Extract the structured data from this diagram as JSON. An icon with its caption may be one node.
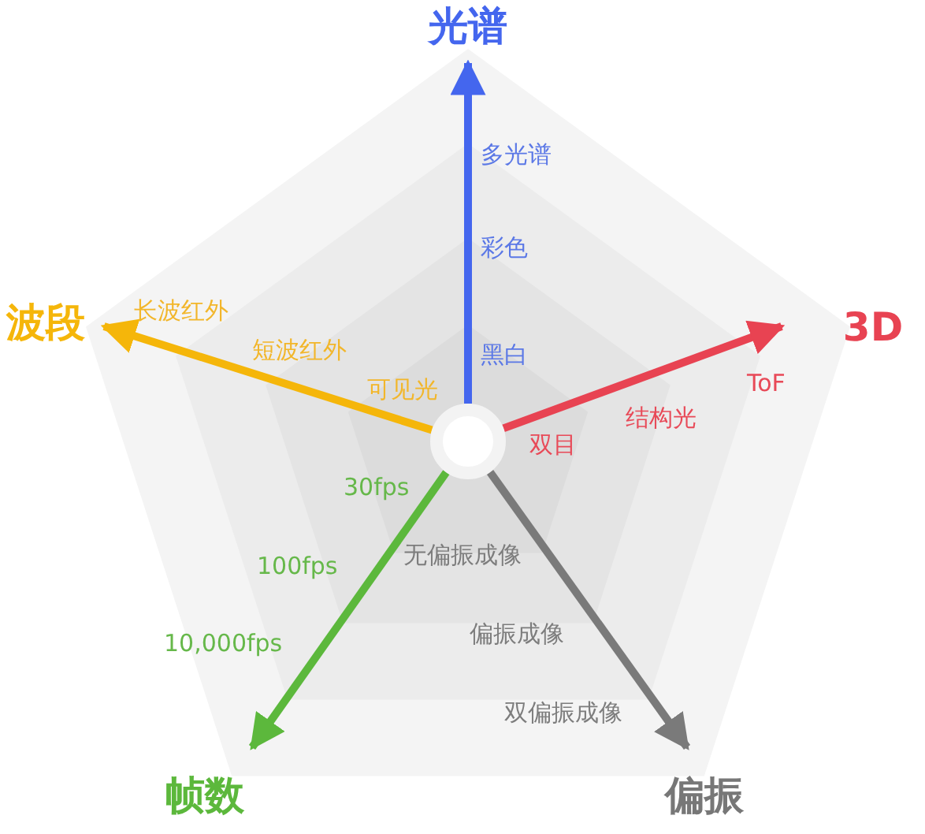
{
  "diagram": {
    "nodes": [
      {
        "text": [],
        "shape": "circle"
      },
      {
        "text": [
          "光谱"
        ]
      },
      {
        "text": [
          "3D"
        ]
      },
      {
        "text": [
          "偏振"
        ]
      },
      {
        "text": [
          "帧数"
        ]
      },
      {
        "text": [
          "波段"
        ]
      }
    ],
    "edges": [
      {
        "from": 0,
        "to": 1,
        "arrow": "to",
        "color": "#4466ee"
      },
      {
        "from": 0,
        "to": 2,
        "arrow": "to",
        "color": "#e84352"
      },
      {
        "from": 0,
        "to": 3,
        "arrow": "to",
        "color": "#7a7a7a"
      },
      {
        "from": 0,
        "to": 4,
        "arrow": "to",
        "color": "#5cb83c"
      },
      {
        "from": 0,
        "to": 5,
        "arrow": "to",
        "color": "#f5b60a"
      }
    ],
    "labels": [
      "多光谱",
      "彩色",
      "黑白",
      "长波红外",
      "短波红外",
      "可见光",
      "ToF",
      "结构光",
      "双目",
      "30fps",
      "100fps",
      "10,000fps",
      "无偏振成像",
      "偏振成像",
      "双偏振成像"
    ]
  }
}
